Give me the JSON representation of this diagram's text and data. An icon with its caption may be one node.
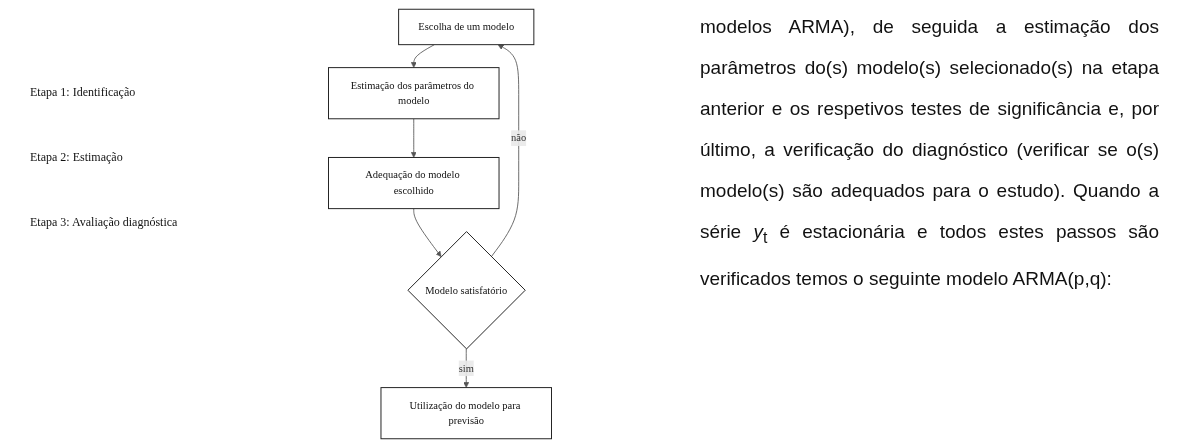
{
  "diagram": {
    "nodes": [
      {
        "text": [
          "Escolha de um modelo"
        ]
      },
      {
        "text": [
          "Estimação dos parâmetros do modelo"
        ]
      },
      {
        "text": [
          "Adequação do modelo escolhido"
        ]
      },
      {
        "text": [
          "Modelo satisfatório"
        ]
      },
      {
        "text": [
          "Utilização do modelo para previsão"
        ]
      }
    ],
    "edges": [
      {
        "from": 0,
        "to": 1,
        "arrow": "to"
      },
      {
        "from": 1,
        "to": 2,
        "arrow": "to"
      },
      {
        "from": 2,
        "to": 3,
        "arrow": "to"
      },
      {
        "from": 3,
        "to": 4,
        "label": "sim",
        "arrow": "to"
      },
      {
        "from": 3,
        "to": 0,
        "label": "não",
        "arrow": "to"
      }
    ],
    "labels": [
      "Etapa 1: Identificação",
      "Etapa 2: Estimação",
      "Etapa 3: Avaliação diagnóstica",
      "modelos ARMA), de seguida a estimação dos parâmetros do(s) modelo(s) selecionado(s) na etapa anterior e os respetivos testes de significância e, por último, a verificação do diagnóstico (verificar se o(s) modelo(s) são adequados para o estudo). Quando a série *y*$_{t}$ é estacionária e todos estes passos são verificados temos o seguinte modelo ARMA(p,q):"
    ]
  }
}
